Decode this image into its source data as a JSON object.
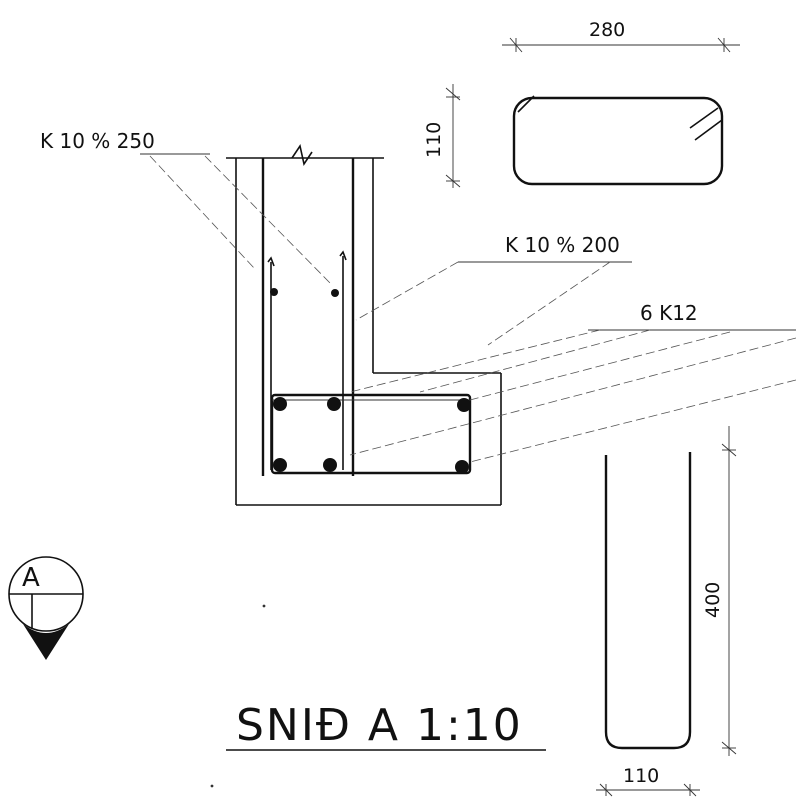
{
  "labels": {
    "stirrups_wall": "K 10 % 250",
    "stirrups_footing": "K 10 % 200",
    "main_bars": "6 K12",
    "dim_top_width": "280",
    "dim_top_height": "110",
    "dim_bottom_height": "400",
    "dim_bottom_width": "110",
    "title": "SNIĐ A 1:10",
    "section_marker": "A"
  }
}
